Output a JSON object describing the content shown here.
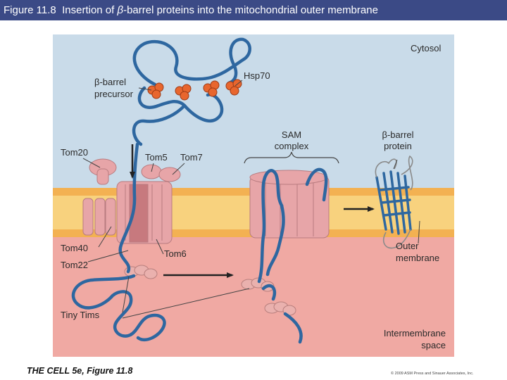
{
  "header": {
    "figure_number": "Figure 11.8",
    "title_before_symbol": "Insertion of ",
    "beta_symbol": "β",
    "title_after_symbol": "-barrel proteins into the mitochondrial outer membrane"
  },
  "diagram": {
    "labels": {
      "cytosol": "Cytosol",
      "beta_barrel_precursor_line1": "β-barrel",
      "beta_barrel_precursor_line2": "precursor",
      "hsp70": "Hsp70",
      "sam_complex_line1": "SAM",
      "sam_complex_line2": "complex",
      "beta_barrel_protein_line1": "β-barrel",
      "beta_barrel_protein_line2": "protein",
      "tom20": "Tom20",
      "tom5": "Tom5",
      "tom7": "Tom7",
      "tom40": "Tom40",
      "tom22": "Tom22",
      "tom6": "Tom6",
      "outer_membrane_line1": "Outer",
      "outer_membrane_line2": "membrane",
      "tiny_tims": "Tiny Tims",
      "intermembrane_space_line1": "Intermembrane",
      "intermembrane_space_line2": "space"
    },
    "colors": {
      "cytosol": "#c9dbe9",
      "membrane_outer": "#f3b152",
      "membrane_inner": "#f8d27e",
      "intermembrane": "#f0a9a3",
      "protein_chain": "#2e67a0",
      "hsp70": "#e8662e",
      "tom_complex": "#e7a5a8",
      "tim_chaperone": "#eab1ae",
      "arrow": "#222222"
    }
  },
  "footer": {
    "book_credit": "THE CELL 5e, Figure 11.8",
    "copyright": "© 2009 ASM Press and Sinauer Associates, Inc."
  }
}
